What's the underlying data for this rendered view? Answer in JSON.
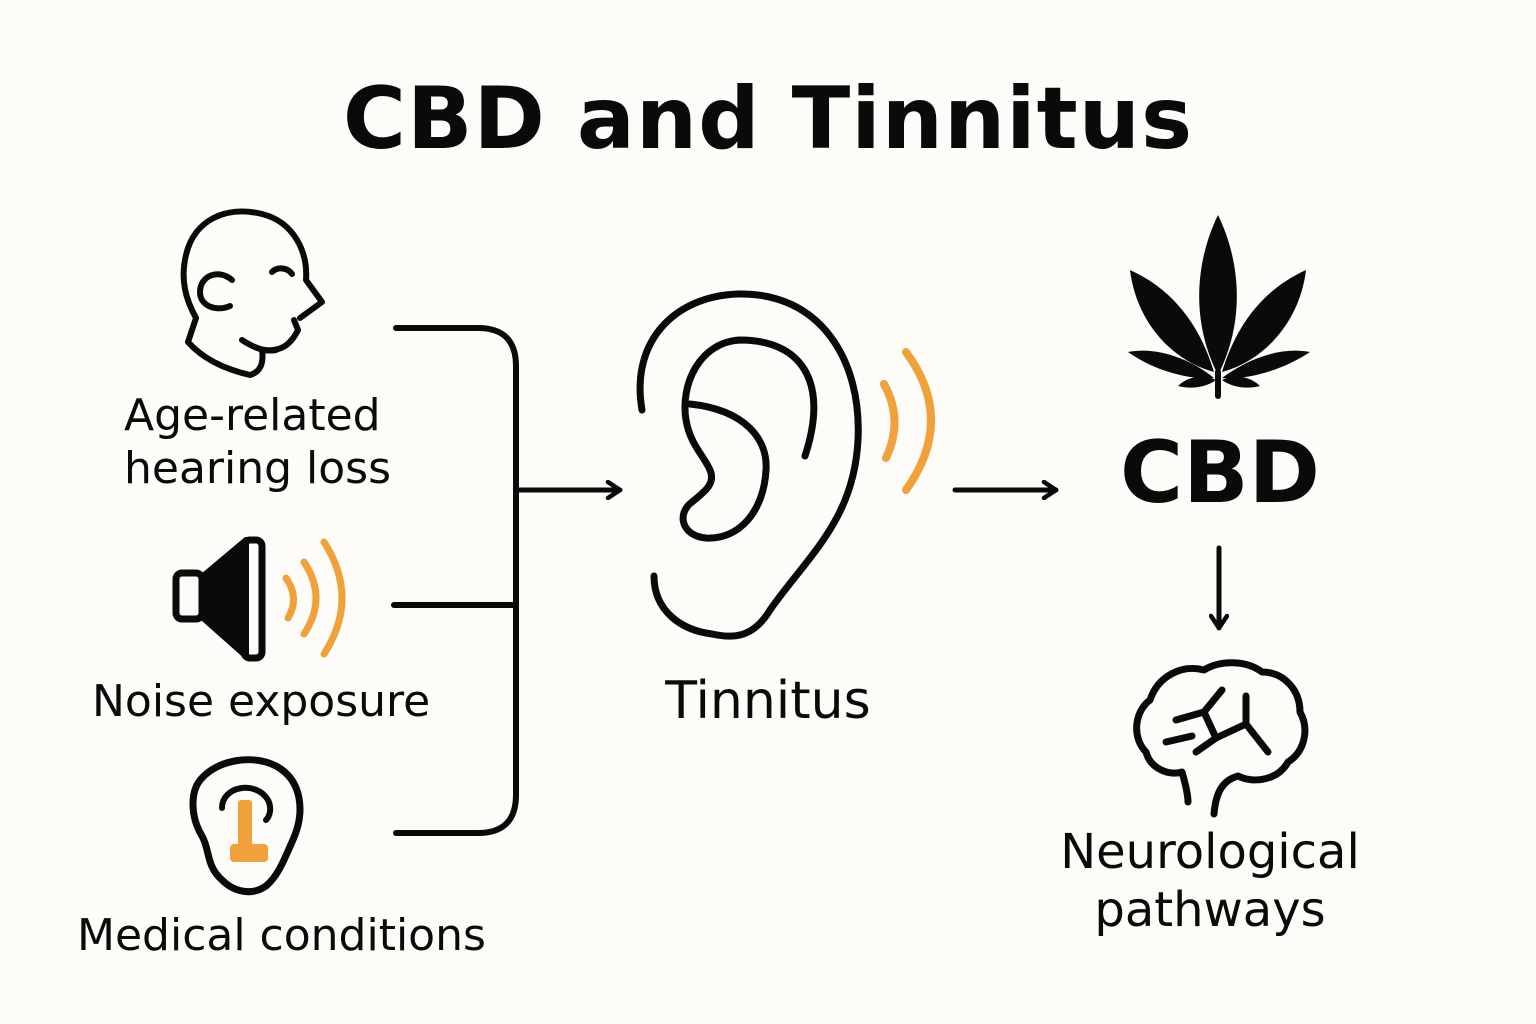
{
  "title": "CBD and Tinnitus",
  "causes": [
    {
      "label_line1": "Age-related",
      "label_line2": "hearing loss",
      "icon": "head-profile-icon"
    },
    {
      "label": "Noise exposure",
      "icon": "speaker-icon"
    },
    {
      "label": "Medical conditions",
      "icon": "ear-earplug-icon"
    }
  ],
  "tinnitus": {
    "label": "Tinnitus",
    "icon": "ear-icon"
  },
  "cbd": {
    "label": "CBD",
    "icon": "cannabis-leaf-icon"
  },
  "neuro": {
    "label_line1": "Neurological",
    "label_line2": "pathways",
    "icon": "brain-icon"
  },
  "colors": {
    "ink": "#0a0a0a",
    "accent": "#F0A13A",
    "background": "#FDFCF8"
  }
}
